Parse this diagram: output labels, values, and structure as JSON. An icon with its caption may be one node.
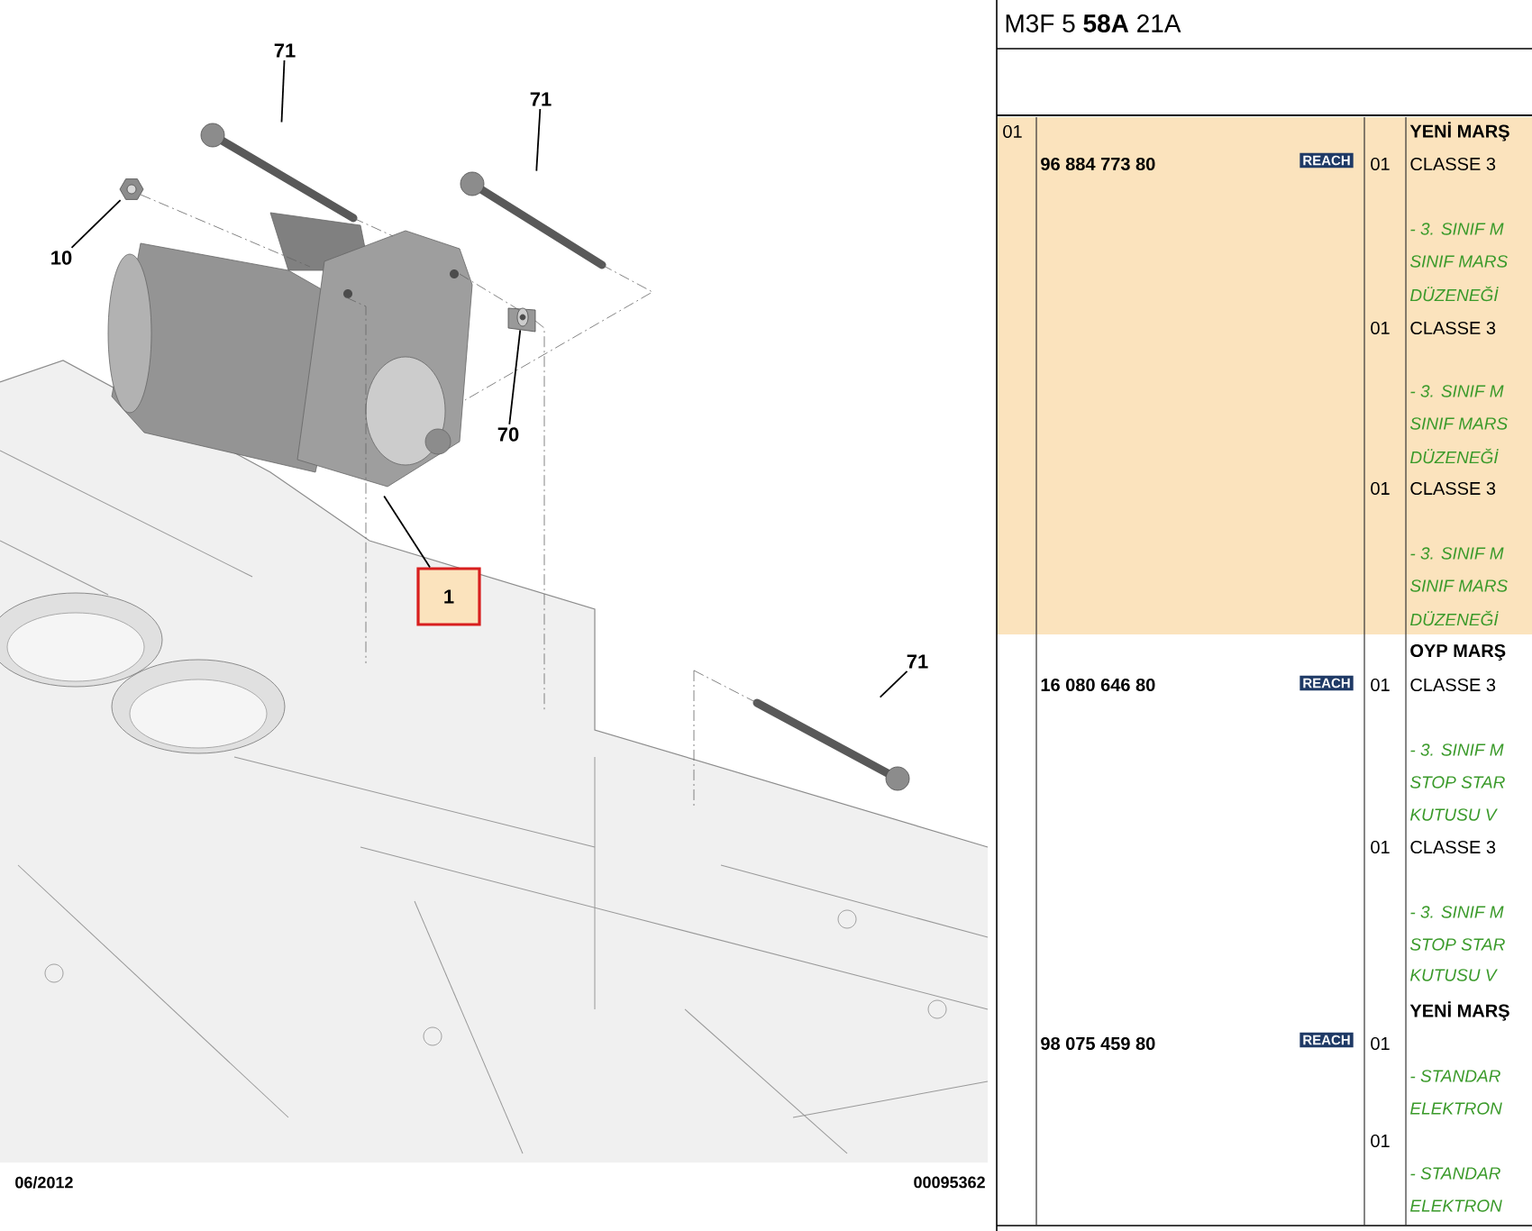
{
  "diagram": {
    "nodes": [
      {
        "text": [
          "71"
        ]
      },
      {
        "text": [
          "71"
        ]
      },
      {
        "text": [
          "10"
        ]
      },
      {
        "text": [
          "70"
        ]
      },
      {
        "text": [
          "1"
        ]
      },
      {
        "text": [
          "71"
        ]
      },
      {
        "text": [],
        "shape": "picture"
      },
      {
        "text": [],
        "shape": "picture"
      },
      {
        "text": [],
        "shape": "picture"
      },
      {
        "text": [],
        "shape": "picture"
      },
      {
        "text": [],
        "shape": "picture"
      },
      {
        "text": [],
        "shape": "picture"
      }
    ],
    "edges": [
      {
        "from": 0,
        "to": 6,
        "arrow": "none"
      },
      {
        "from": 1,
        "to": 9,
        "arrow": "none"
      },
      {
        "from": 2,
        "to": 7,
        "arrow": "none"
      },
      {
        "from": 3,
        "to": 10,
        "arrow": "none"
      },
      {
        "from": 4,
        "to": 8,
        "arrow": "none"
      },
      {
        "from": 5,
        "to": 11,
        "arrow": "none"
      }
    ],
    "labels": [
      "06/2012",
      "00095362",
      "M3F 5 **58A** 21A",
      "01",
      "96 884 773 80",
      "REACH",
      "YENİ MARŞ",
      "01",
      "CLASSE 3",
      "- 3. SINIF M",
      "SINIF MARS",
      "DÜZENEĞİ",
      "01",
      "CLASSE 3",
      "- 3. SINIF M",
      "SINIF MARS",
      "DÜZENEĞİ",
      "01",
      "CLASSE 3",
      "- 3. SINIF M",
      "SINIF MARS",
      "DÜZENEĞİ",
      "OYP MARŞ",
      "16 080 646 80",
      "REACH",
      "01",
      "CLASSE 3",
      "- 3. SINIF M",
      "STOP STAR",
      "KUTUSU V",
      "01",
      "CLASSE 3",
      "- 3. SINIF M",
      "STOP STAR",
      "KUTUSU V",
      "YENİ MARŞ",
      "98 075 459 80",
      "REACH",
      "01",
      "- STANDAR",
      "ELEKTRON",
      "01",
      "- STANDAR",
      "ELEKTRON"
    ]
  }
}
